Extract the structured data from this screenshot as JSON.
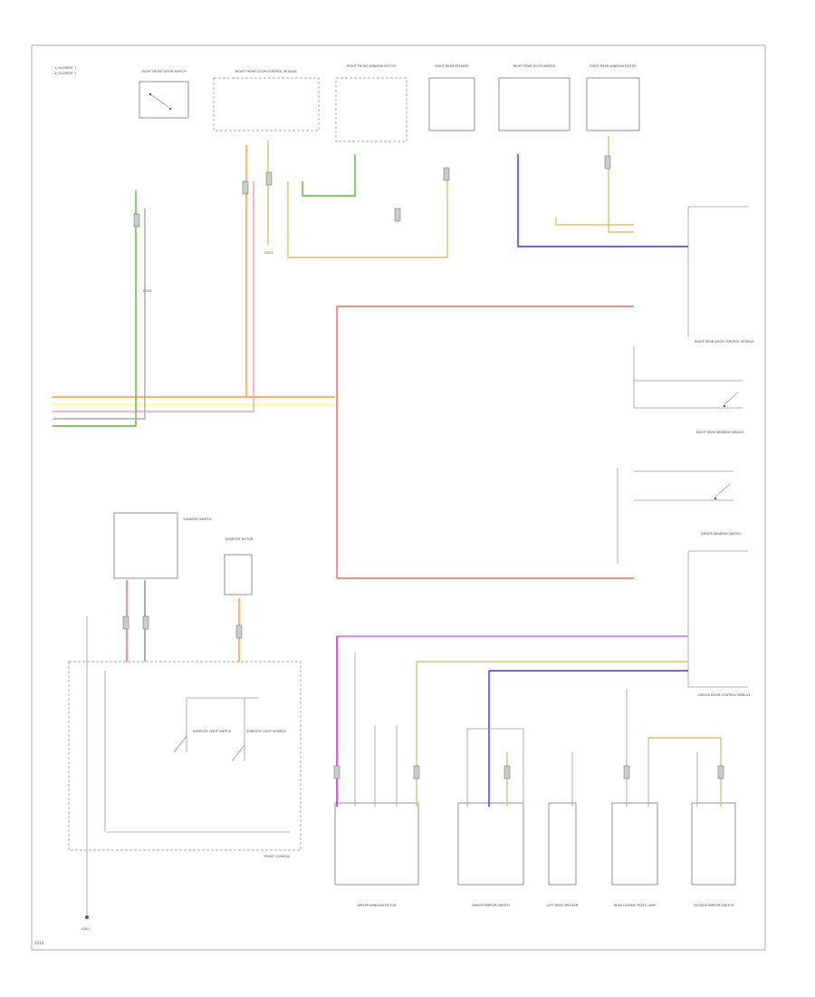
{
  "legend": [
    "1) ELEMENT 1",
    "2) ELEMENT 2"
  ],
  "colors": {
    "green": "#55bb33",
    "orange": "#ff9933",
    "red": "#ee6666",
    "pink": "#f4a3a3",
    "yellow": "#ffff66",
    "tan": "#e0c070",
    "blue": "#3333ff",
    "violet": "#cc66ff",
    "magenta": "#ee00ee",
    "gray": "#aaaaaa"
  },
  "components": {
    "top_left_switch": "RIGHT FRONT DOOR SWITCH",
    "top_left_control": "RIGHT FRONT DOOR CONTROL MODULE",
    "top_mid_1": "RIGHT FRONT WINDOW MOTOR",
    "top_mid_2": "RIGHT REAR SPEAKER",
    "top_right_1": "RIGHT REAR DOOR SWITCH",
    "top_right_2": "RIGHT REAR WINDOW MOTOR",
    "right_upper_module": "RIGHT REAR DOOR CONTROL MODULE",
    "right_upper_switch": "RIGHT REAR WINDOW SWITCH",
    "right_lower_module": "DRIVER DOOR CONTROL MODULE",
    "right_lower_switch": "DRIVER WINDOW SWITCH",
    "left_lower_box": "FRONT CONSOLE",
    "left_lower_switch": "SUNROOF SWITCH",
    "left_lower_relay": "SUNROOF MOTOR",
    "left_lower_inner_1": "SUNROOF LIGHT SWITCH",
    "left_lower_inner_2": "SUNROOF LIGHT MODULE",
    "bottom_1": "DRIVER WINDOW MOTOR",
    "bottom_2": "DRIVER MIRROR SWITCH",
    "bottom_3": "LEFT REAR SPEAKER",
    "bottom_4": "REAR LICENSE PLATE LAMP",
    "bottom_5": "OUTSIDE MIRROR SWITCH"
  },
  "ground_labels": [
    "G101",
    "G201",
    "G301"
  ],
  "footer": "2014"
}
